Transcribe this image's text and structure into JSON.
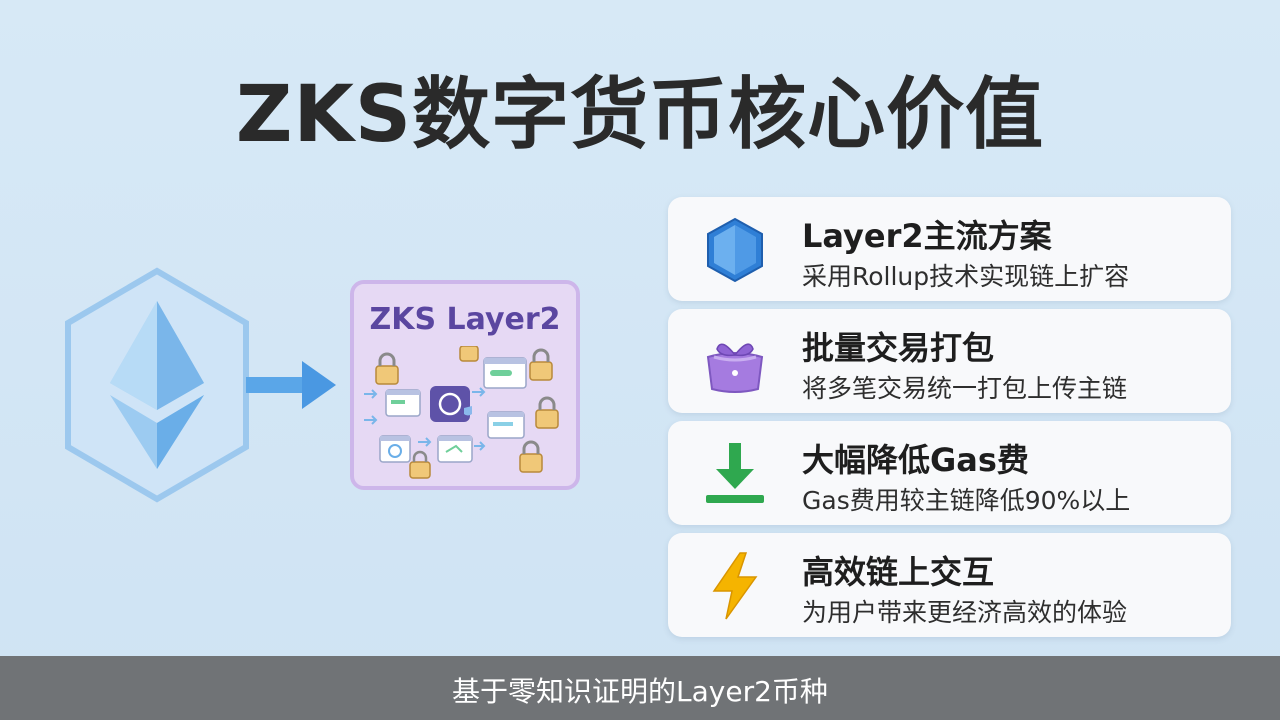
{
  "title": "ZKS数字货币核心价值",
  "zks_card": {
    "label": "ZKS Layer2"
  },
  "features": [
    {
      "icon": "hexagon-icon",
      "title": "Layer2主流方案",
      "desc": "采用Rollup技术实现链上扩容"
    },
    {
      "icon": "bag-icon",
      "title": "批量交易打包",
      "desc": "将多笔交易统一打包上传主链"
    },
    {
      "icon": "download-icon",
      "title": "大幅降低Gas费",
      "desc": "Gas费用较主链降低90%以上"
    },
    {
      "icon": "lightning-icon",
      "title": "高效链上交互",
      "desc": "为用户带来更经济高效的体验"
    }
  ],
  "caption": "基于零知识证明的Layer2币种",
  "colors": {
    "background": "#d7e9f6",
    "hex_blue": "#2f7fd6",
    "bag_purple": "#a57be0",
    "download_green": "#2fa84f",
    "lightning_yellow": "#f5b400",
    "zks_purple": "#5a46a0"
  }
}
